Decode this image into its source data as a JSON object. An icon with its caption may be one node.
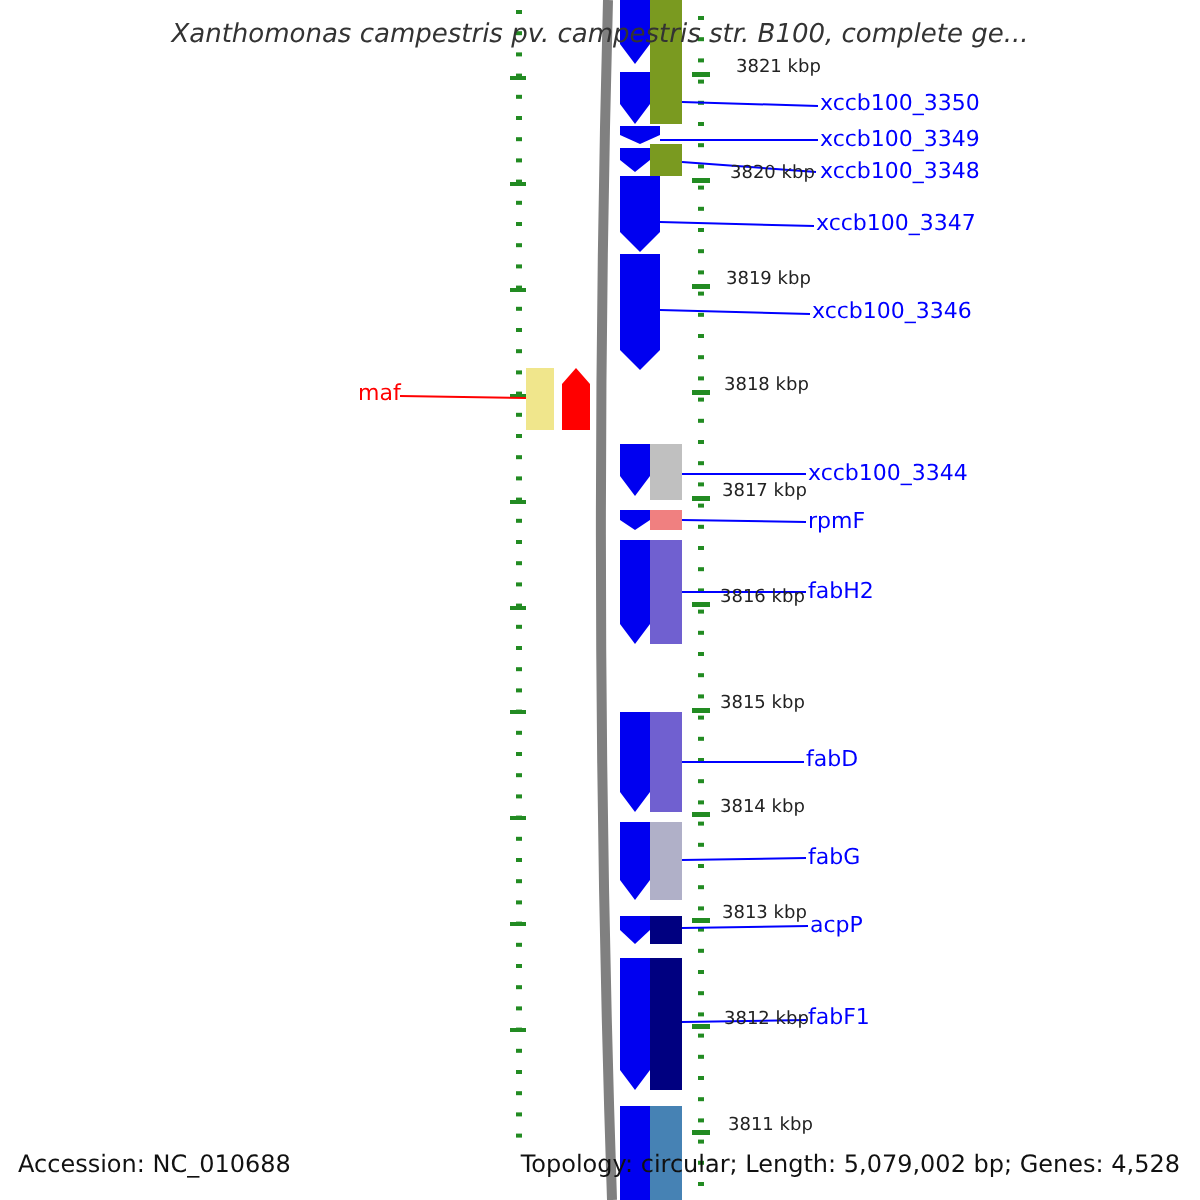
{
  "diagram": {
    "title": "Xanthomonas campestris pv. campestris str. B100, complete ge...",
    "nodes": [
      {
        "text": [
          "maf"
        ]
      },
      {
        "text": [
          "xccb100_3350"
        ]
      },
      {
        "text": [
          "xccb100_3349"
        ]
      },
      {
        "text": [
          "xccb100_3348"
        ]
      },
      {
        "text": [
          "xccb100_3347"
        ]
      },
      {
        "text": [
          "xccb100_3346"
        ]
      },
      {
        "text": [
          "xccb100_3344"
        ]
      },
      {
        "text": [
          "rpmF"
        ]
      },
      {
        "text": [
          "fabH2"
        ]
      },
      {
        "text": [
          "fabD"
        ]
      },
      {
        "text": [
          "fabG"
        ]
      },
      {
        "text": [
          "acpP"
        ]
      },
      {
        "text": [
          "fabF1"
        ]
      },
      {
        "text": [],
        "shape": "box"
      },
      {
        "text": [],
        "shape": "pentagon"
      },
      {
        "text": [],
        "shape": "box"
      },
      {
        "text": [],
        "shape": "pentagon"
      },
      {
        "text": [],
        "shape": "pentagon"
      },
      {
        "text": [],
        "shape": "box"
      },
      {
        "text": [],
        "shape": "box"
      },
      {
        "text": [],
        "shape": "box"
      },
      {
        "text": [],
        "shape": "box"
      },
      {
        "text": [],
        "shape": "box"
      },
      {
        "text": [],
        "shape": "box"
      },
      {
        "text": [],
        "shape": "box"
      },
      {
        "text": [],
        "shape": "box"
      },
      {
        "text": [],
        "shape": "pentagon"
      },
      {
        "text": [],
        "shape": "pentagon"
      },
      {
        "text": [],
        "shape": "pentagon"
      },
      {
        "text": [],
        "shape": "pentagon"
      },
      {
        "text": [],
        "shape": "pentagon"
      },
      {
        "text": [],
        "shape": "pentagon"
      },
      {
        "text": [],
        "shape": "pentagon"
      },
      {
        "text": [],
        "shape": "pentagon"
      },
      {
        "text": [],
        "shape": "pentagon"
      },
      {
        "text": [],
        "shape": "pentagon"
      },
      {
        "text": [],
        "shape": "pentagon"
      },
      {
        "text": [],
        "shape": "box"
      },
      {
        "text": [],
        "shape": "box"
      }
    ],
    "edges": [
      {
        "from": 0,
        "to": 18,
        "arrow": "none",
        "color": "#ff0000"
      },
      {
        "from": 1,
        "to": 13,
        "arrow": "none"
      },
      {
        "from": 2,
        "to": 14,
        "arrow": "none"
      },
      {
        "from": 3,
        "to": 15,
        "arrow": "none"
      },
      {
        "from": 4,
        "to": 16,
        "arrow": "none"
      },
      {
        "from": 5,
        "to": 17,
        "arrow": "none"
      },
      {
        "from": 6,
        "to": 19,
        "arrow": "none"
      },
      {
        "from": 7,
        "to": 20,
        "arrow": "none"
      },
      {
        "from": 8,
        "to": 21,
        "arrow": "none"
      },
      {
        "from": 9,
        "to": 22,
        "arrow": "none"
      },
      {
        "from": 10,
        "to": 23,
        "arrow": "none"
      },
      {
        "from": 11,
        "to": 24,
        "arrow": "none"
      },
      {
        "from": 12,
        "to": 25,
        "arrow": "none"
      }
    ],
    "labels": [
      "3821 kbp",
      "3820 kbp",
      "3819 kbp",
      "3818 kbp",
      "3817 kbp",
      "3816 kbp",
      "3815 kbp",
      "3814 kbp",
      "3813 kbp",
      "3812 kbp",
      "3811 kbp",
      "Accession: NC_010688",
      "Topology: circular; Length: 5,079,002 bp; Genes: 4,528"
    ]
  }
}
